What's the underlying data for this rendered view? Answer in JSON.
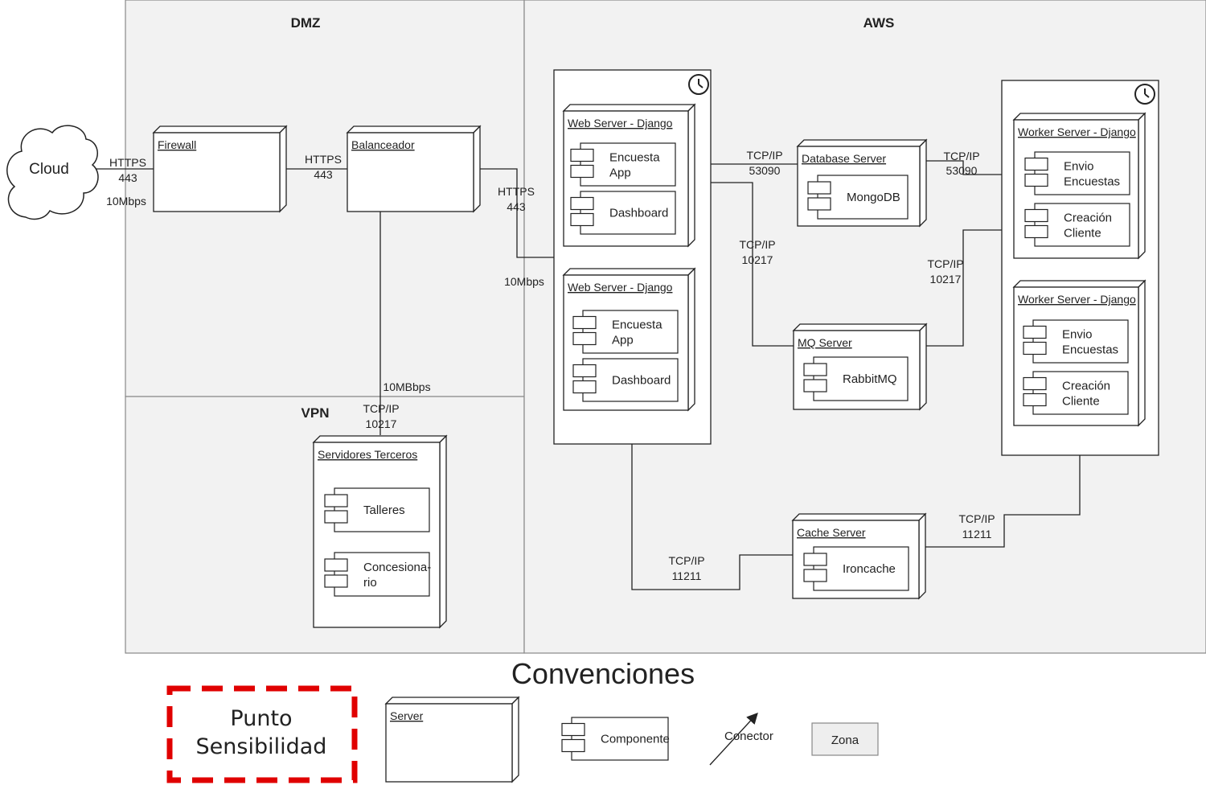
{
  "zones": {
    "dmz": "DMZ",
    "aws": "AWS",
    "vpn": "VPN"
  },
  "cloud": "Cloud",
  "nodes": {
    "firewall": "Firewall",
    "balanceador": "Balanceador",
    "web1": "Web Server  - Django",
    "web2": "Web Server - Django",
    "database": "Database Server",
    "worker1": "Worker Server - Django",
    "worker2": "Worker Server - Django",
    "mq": "MQ Server",
    "cache": "Cache Server",
    "terceros": "Servidores Terceros"
  },
  "components": {
    "web1_app": [
      "Encuesta",
      "App"
    ],
    "web1_dash": "Dashboard",
    "web2_app": [
      "Encuesta",
      "App"
    ],
    "web2_dash": "Dashboard",
    "mongodb": "MongoDB",
    "w1_envio": [
      "Envio",
      "Encuestas"
    ],
    "w1_creacion": [
      "Creación",
      "Cliente"
    ],
    "w2_envio": [
      "Envio",
      "Encuestas"
    ],
    "w2_creacion": [
      "Creación",
      "Cliente"
    ],
    "rabbitmq": "RabbitMQ",
    "ironcache": "Ironcache",
    "talleres": "Talleres",
    "concesionario": [
      "Concesiona-",
      "rio"
    ]
  },
  "edges": {
    "cloud_fw": [
      "HTTPS",
      "443"
    ],
    "cloud_fw_bw": "10Mbps",
    "fw_bal": [
      "HTTPS",
      "443"
    ],
    "bal_web": [
      "HTTPS",
      "443"
    ],
    "bal_web_bw": "10Mbps",
    "web_db": [
      "TCP/IP",
      "53090"
    ],
    "db_worker": [
      "TCP/IP",
      "53090"
    ],
    "web_mq": [
      "TCP/IP",
      "10217"
    ],
    "mq_worker": [
      "TCP/IP",
      "10217"
    ],
    "bal_vpn_bw": "10MBbps",
    "bal_vpn": [
      "TCP/IP",
      "10217"
    ],
    "web_cache": [
      "TCP/IP",
      "11211"
    ],
    "cache_worker": [
      "TCP/IP",
      "11211"
    ]
  },
  "legend": {
    "title": "Convenciones",
    "punto": [
      "Punto",
      "Sensibilidad"
    ],
    "server": "Server",
    "componente": "Componente",
    "conector": "Conector",
    "zona": "Zona"
  },
  "colors": {
    "zone_fill": "#f2f2f2",
    "zone_border": "#888888",
    "line": "#222222",
    "sensitivity": "#e00000",
    "zona_fill": "#eeeeee"
  }
}
